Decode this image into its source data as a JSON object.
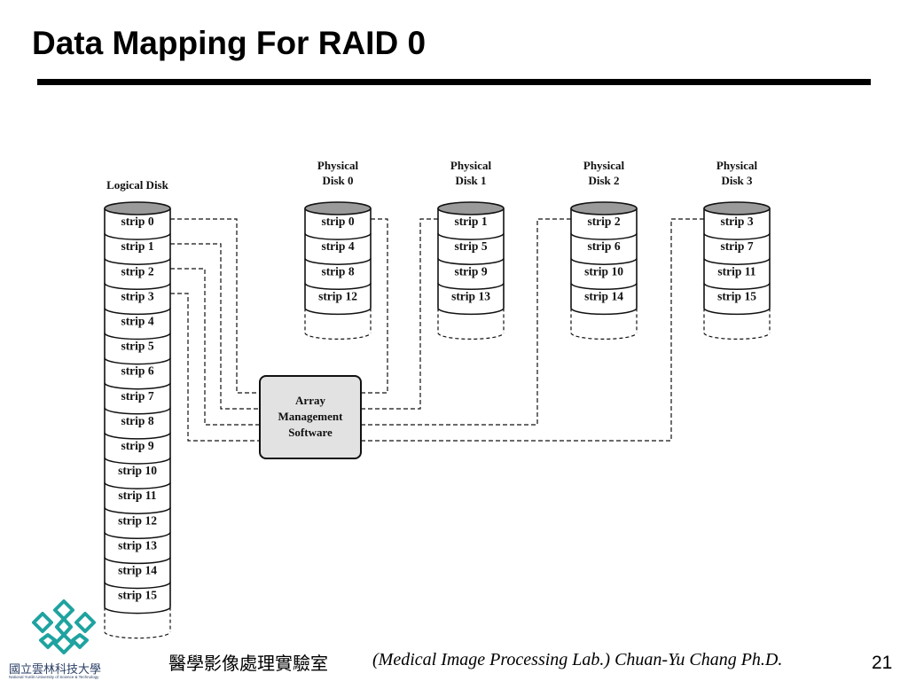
{
  "title": "Data Mapping For RAID 0",
  "logical_disk": {
    "label": "Logical Disk",
    "strips": [
      "strip 0",
      "strip 1",
      "strip 2",
      "strip 3",
      "strip 4",
      "strip 5",
      "strip 6",
      "strip 7",
      "strip 8",
      "strip 9",
      "strip 10",
      "strip 11",
      "strip 12",
      "strip 13",
      "strip 14",
      "strip 15"
    ]
  },
  "physical_disks": [
    {
      "label": [
        "Physical",
        "Disk 0"
      ],
      "strips": [
        "strip 0",
        "strip 4",
        "strip 8",
        "strip 12"
      ]
    },
    {
      "label": [
        "Physical",
        "Disk 1"
      ],
      "strips": [
        "strip 1",
        "strip 5",
        "strip 9",
        "strip 13"
      ]
    },
    {
      "label": [
        "Physical",
        "Disk 2"
      ],
      "strips": [
        "strip 2",
        "strip 6",
        "strip 10",
        "strip 14"
      ]
    },
    {
      "label": [
        "Physical",
        "Disk 3"
      ],
      "strips": [
        "strip 3",
        "strip 7",
        "strip 11",
        "strip 15"
      ]
    }
  ],
  "array_box": {
    "lines": [
      "Array",
      "Management",
      "Software"
    ]
  },
  "footer": {
    "lab_cn": "醫學影像處理實驗室",
    "lab_en": "(Medical Image Processing Lab.) Chuan-Yu Chang Ph.D.",
    "page_number": "21"
  },
  "university": {
    "name_cn": "國立雲林科技大學",
    "name_en": "National Yunlin University of Science & Technology"
  },
  "colors": {
    "cylinder_top": "#9a9a9a",
    "array_box_fill": "#e2e2e2",
    "logo_teal": "#1fa3a0"
  }
}
